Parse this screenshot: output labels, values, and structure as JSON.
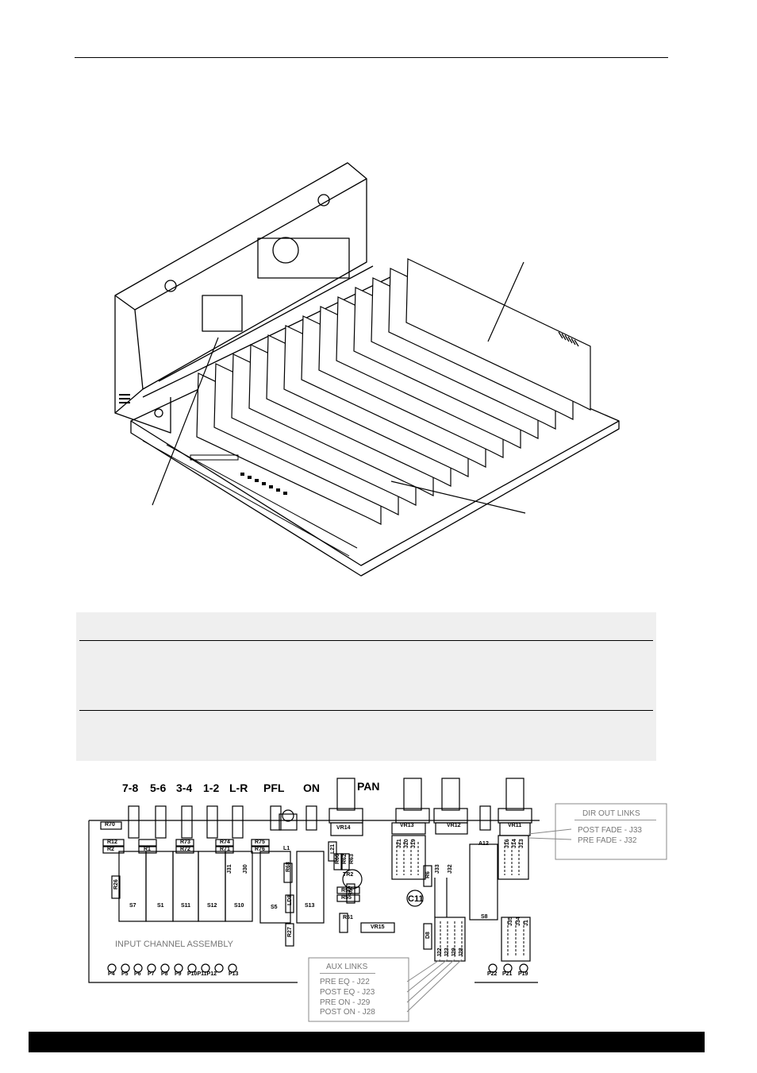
{
  "switch_labels": [
    "7-8",
    "5-6",
    "3-4",
    "1-2",
    "L-R",
    "PFL",
    "ON"
  ],
  "pan_label": "PAN",
  "pot_labels": [
    "VR14",
    "VR13",
    "VR12",
    "VR11",
    "VR15"
  ],
  "switch_ids": [
    "S7",
    "S1",
    "S11",
    "S12",
    "S10",
    "S5",
    "S13",
    "S8"
  ],
  "resistors": [
    "R70",
    "R12",
    "R2",
    "R1",
    "R73",
    "R72",
    "R74",
    "R71",
    "R75",
    "R76",
    "R26",
    "R68",
    "R27",
    "R57",
    "R52",
    "R55",
    "R51",
    "R66",
    "R62",
    "R63",
    "R6",
    "L21",
    "L1",
    "D8",
    "LD8",
    "TR2",
    "A12",
    "C11"
  ],
  "jumpers": [
    "J31",
    "J30",
    "J21",
    "J20",
    "J19",
    "J33",
    "J32",
    "J16",
    "J14",
    "J13",
    "J35",
    "J34",
    "J1",
    "J22",
    "J23",
    "J29",
    "J28"
  ],
  "connectors": [
    "P4",
    "P5",
    "P6",
    "P7",
    "P8",
    "P9",
    "P10P11P12",
    "P13",
    "P22",
    "P21",
    "P19"
  ],
  "assembly_title": "INPUT CHANNEL ASSEMBLY",
  "dir_out": {
    "title": "DIR OUT LINKS",
    "items": [
      "POST FADE - J33",
      "PRE FADE - J32"
    ]
  },
  "aux": {
    "title": "AUX LINKS",
    "items": [
      "PRE EQ - J22",
      "POST EQ - J23",
      "PRE ON - J29",
      "POST ON - J28"
    ]
  }
}
